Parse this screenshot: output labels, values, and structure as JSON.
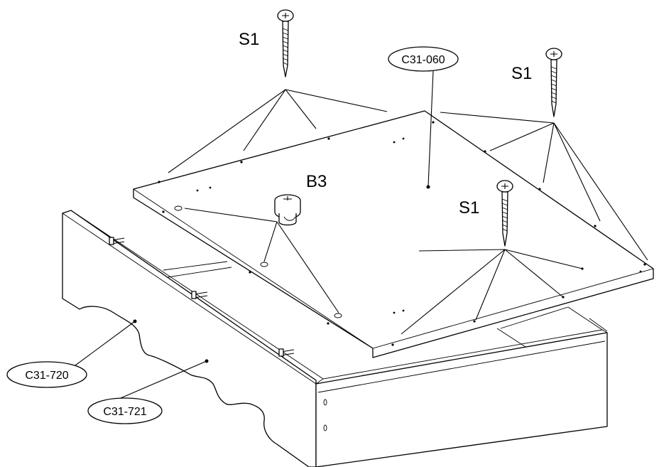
{
  "labels": {
    "screw_a": "S1",
    "screw_b": "S1",
    "screw_c": "S1",
    "cam_lock": "B3"
  },
  "callouts": {
    "top_panel": "C31-060",
    "front_panel": "C31-720",
    "back_panel": "C31-721"
  }
}
